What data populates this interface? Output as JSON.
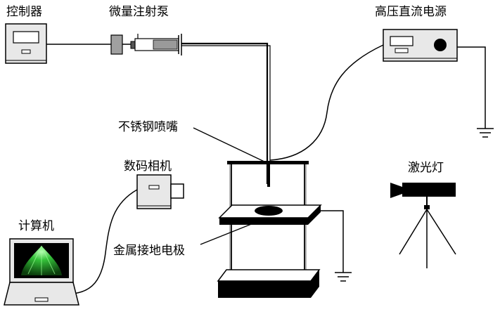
{
  "labels": {
    "controller": "控制器",
    "syringe_pump": "微量注射泵",
    "hv_supply": "高压直流电源",
    "nozzle": "不锈钢喷嘴",
    "camera": "数码相机",
    "laser": "激光灯",
    "computer": "计算机",
    "electrode": "金属接地电极"
  },
  "colors": {
    "line": "#000000",
    "device_fill": "#e8e8e8",
    "device_shade": "#cfcfcf",
    "screen_bg": "#000000",
    "spray": "#35c23a"
  }
}
